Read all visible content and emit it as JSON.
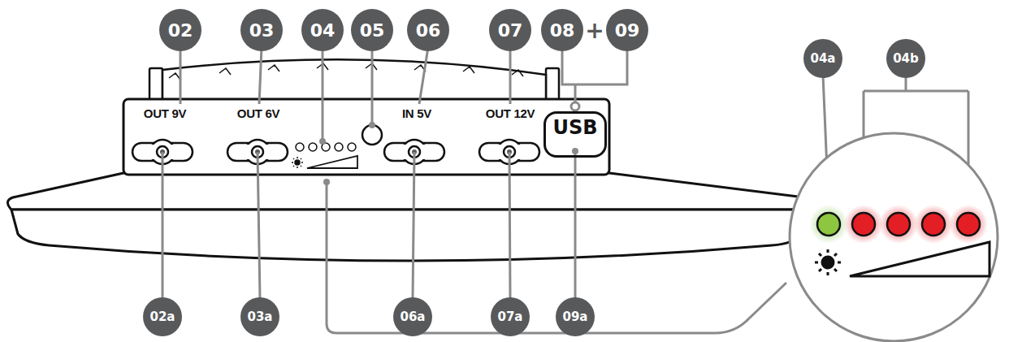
{
  "diagram": {
    "nodes": [
      {
        "text": [
          "USB"
        ]
      }
    ],
    "labels": [
      "02",
      "03",
      "04",
      "05",
      "06",
      "07",
      "08",
      "+",
      "09",
      "04a",
      "04b",
      "OUT 9V",
      "OUT 6V",
      "IN 5V",
      "OUT 12V",
      "02a",
      "03a",
      "06a",
      "07a",
      "09a"
    ]
  }
}
